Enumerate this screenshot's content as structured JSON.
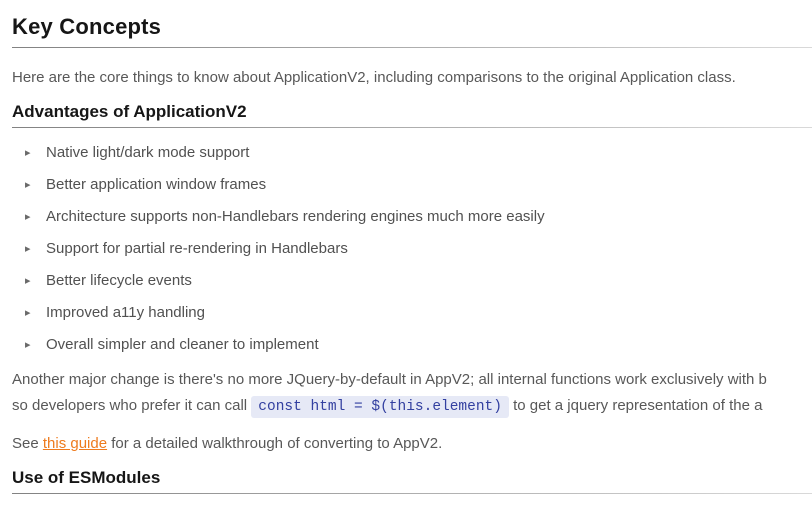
{
  "content": {
    "page_title": "Key Concepts",
    "intro": "Here are the core things to know about ApplicationV2, including comparisons to the original Application class.",
    "advantages": {
      "heading": "Advantages of ApplicationV2",
      "bullets": [
        "Native light/dark mode support",
        "Better application window frames",
        "Architecture supports non-Handlebars rendering engines much more easily",
        "Support for partial re-rendering in Handlebars",
        "Better lifecycle events",
        "Improved a11y handling",
        "Overall simpler and cleaner to implement"
      ]
    },
    "jquery_paragraph": {
      "line1": "Another major change is there's no more JQuery-by-default in AppV2; all internal functions work exclusively with b",
      "line2_before_code": "so developers who prefer it can call ",
      "inline_code": "const html = $(this.element)",
      "line2_after_code": " to get a jquery representation of the a"
    },
    "guide_paragraph": {
      "before_link": "See ",
      "link_text": "this guide",
      "after_link": " for a detailed walkthrough of converting to AppV2."
    },
    "next_section_heading": "Use of ESModules"
  },
  "icons": {
    "bullet_glyph": "▸"
  },
  "colors": {
    "link": "#ee7b1e",
    "inline_code_bg": "#e6e9f6",
    "inline_code_text": "#3340a0",
    "body_text": "#585858",
    "heading_text": "#161616"
  }
}
